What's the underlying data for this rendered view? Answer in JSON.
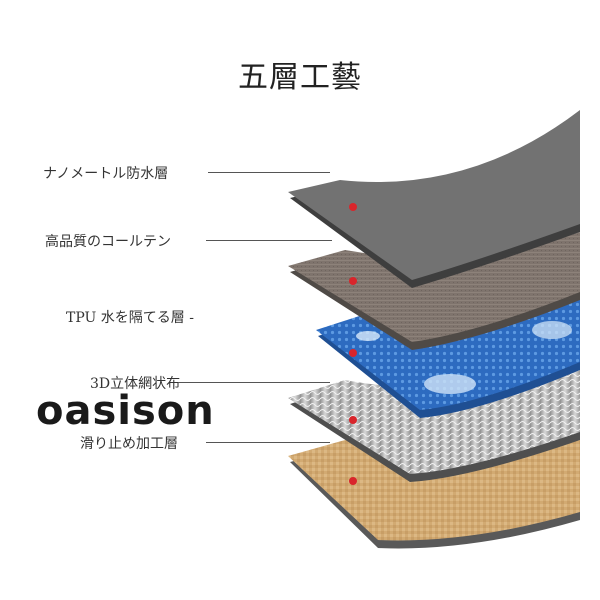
{
  "title": "五層工藝",
  "brand": "oasison",
  "layers": [
    {
      "label": "ナノメートル防水層",
      "texture": "gray-nano-coating",
      "color": "#6e6e6e"
    },
    {
      "label": "高品質のコールテン",
      "texture": "brown-corduroy-fabric",
      "color": "#7d726b"
    },
    {
      "label": "TPU 水を隔てる層 -",
      "texture": "blue-tpu-membrane-with-water-drops",
      "color": "#2f6fc3"
    },
    {
      "label": "3D立体網状布",
      "texture": "silver-3d-mesh",
      "color": "#a8a8a8"
    },
    {
      "label": "滑り止め加工層",
      "texture": "tan-anti-slip-weave",
      "color": "#d3ab74"
    }
  ],
  "marker_color": "#d9252b"
}
